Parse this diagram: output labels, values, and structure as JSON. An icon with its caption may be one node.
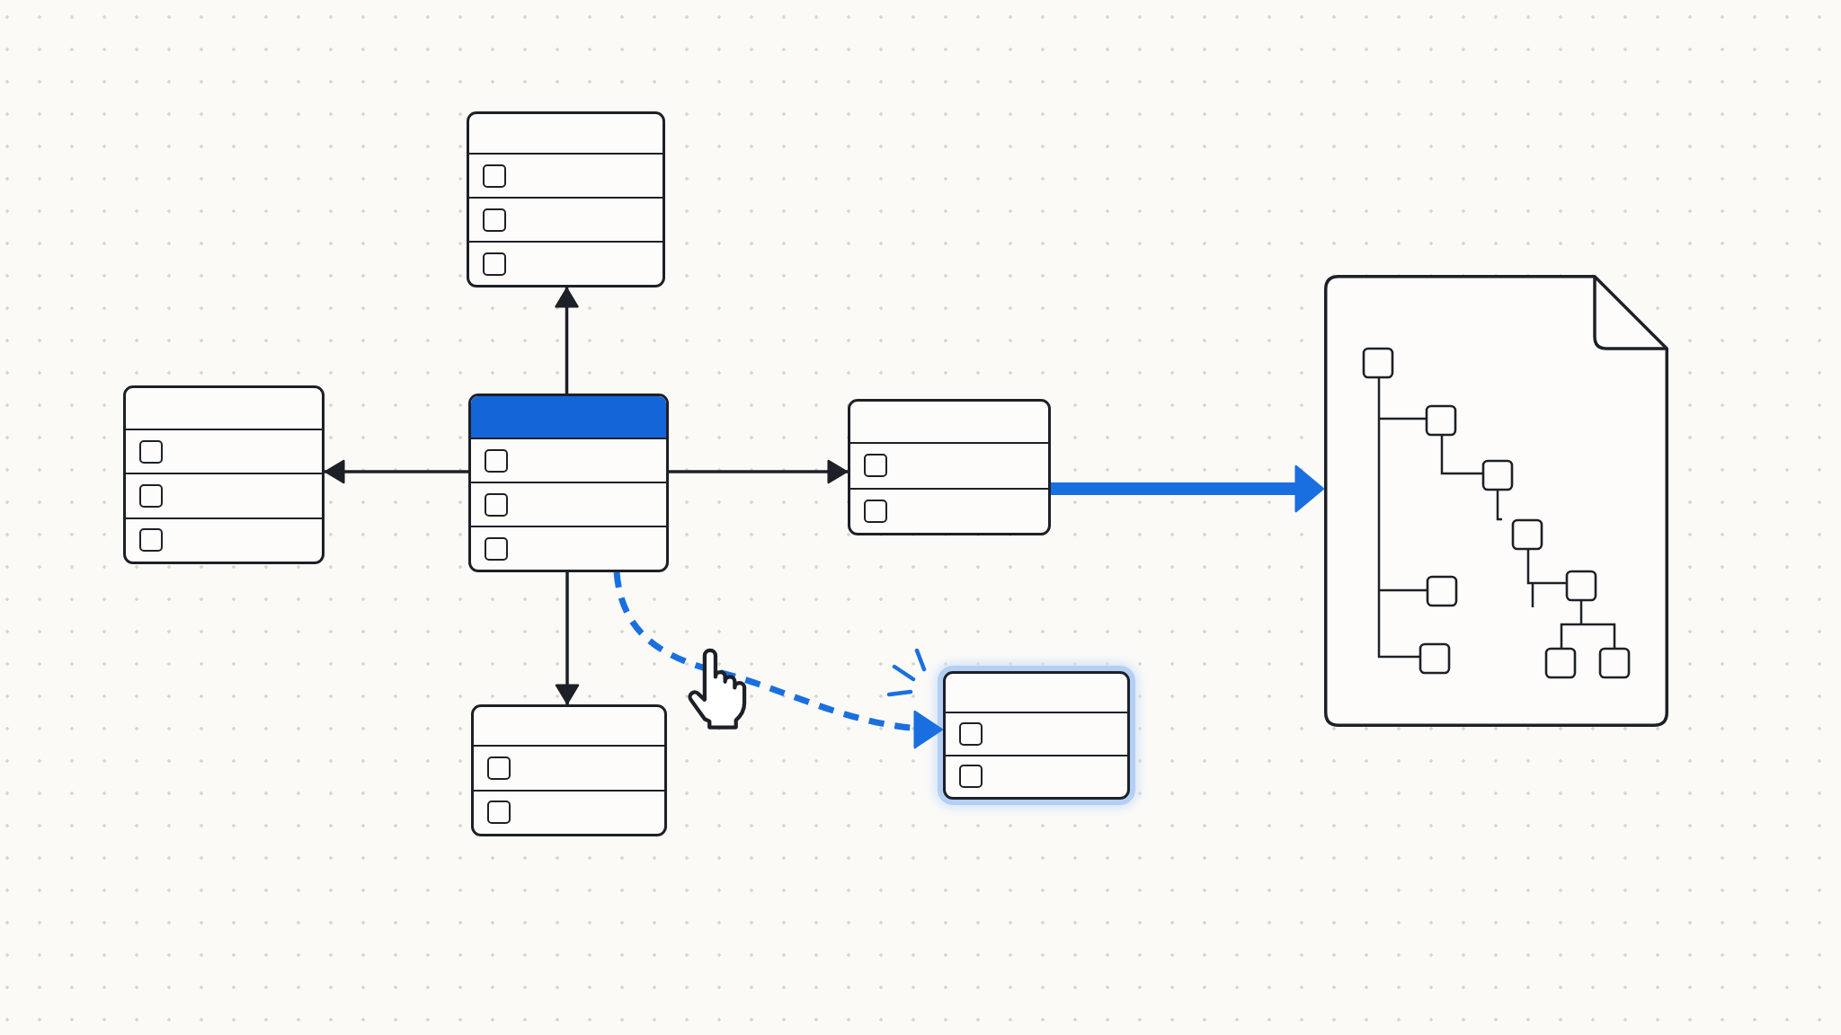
{
  "diagram": {
    "nodes": [
      {
        "text": [],
        "shape": "table"
      },
      {
        "text": [],
        "shape": "table"
      },
      {
        "text": [],
        "shape": "table"
      },
      {
        "text": [],
        "shape": "table"
      },
      {
        "text": [],
        "shape": "table"
      },
      {
        "text": [],
        "shape": "table"
      },
      {
        "text": [],
        "shape": "document"
      }
    ],
    "edges": [
      {
        "from": 2,
        "to": 0,
        "arrow": "to"
      },
      {
        "from": 2,
        "to": 1,
        "arrow": "to"
      },
      {
        "from": 2,
        "to": 3,
        "arrow": "to"
      },
      {
        "from": 2,
        "to": 4,
        "arrow": "to"
      },
      {
        "from": 2,
        "to": 5,
        "arrow": "to",
        "style": "dashed",
        "color": "#1a6fe0"
      },
      {
        "from": 3,
        "to": 6,
        "arrow": "to",
        "style": "thick",
        "color": "#1a6fe0"
      }
    ]
  }
}
